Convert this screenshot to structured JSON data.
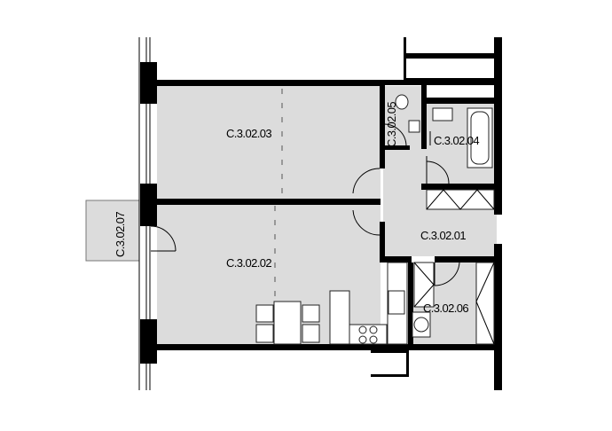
{
  "plan": {
    "rooms": [
      {
        "id": "C.3.02.03"
      },
      {
        "id": "C.3.02.02"
      },
      {
        "id": "C.3.02.01"
      },
      {
        "id": "C.3.02.04"
      },
      {
        "id": "C.3.02.05"
      },
      {
        "id": "C.3.02.06"
      },
      {
        "id": "C.3.02.07"
      }
    ]
  }
}
